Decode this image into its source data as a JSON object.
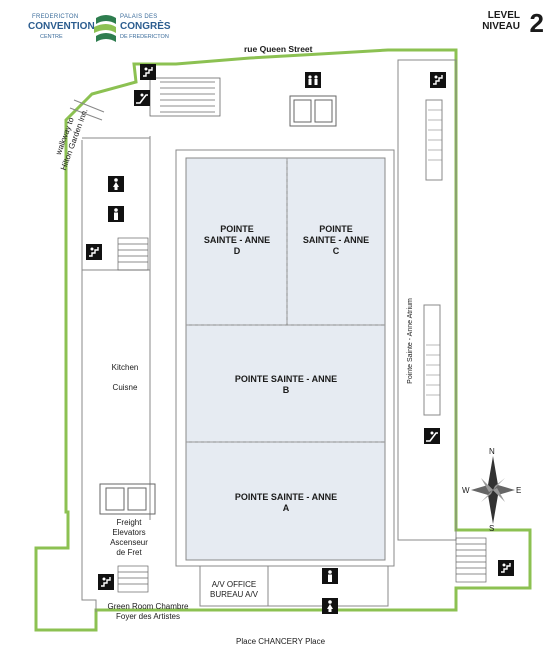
{
  "logo": {
    "left_line1": "FREDERICTON",
    "left_line2": "CONVENTION",
    "left_line3": "CENTRE",
    "right_line1": "PALAIS DES",
    "right_line2": "CONGRÈS",
    "right_line3": "DE FREDERICTON"
  },
  "level": {
    "label_en": "LEVEL",
    "label_fr": "NIVEAU",
    "number": "2"
  },
  "streets": {
    "north": "rue Queen Street",
    "south": "Place CHANCERY Place",
    "walkway": "walkway to\nHilton Garden Inn."
  },
  "rooms": {
    "d": "POINTE\nSAINTE - ANNE\nD",
    "c": "POINTE\nSAINTE - ANNE\nC",
    "b": "POINTE SAINTE - ANNE\nB",
    "a": "POINTE SAINTE - ANNE\nA"
  },
  "areas": {
    "kitchen": "Kitchen\n\nCuisne",
    "freight": "Freight\nElevators\nAscenseur\nde Fret",
    "av_office": "A/V OFFICE\nBUREAU A/V",
    "green_room": "Green Room Chambre\nFoyer des Artistes",
    "atrium": "Pointe Sainte - Anne Atrium"
  },
  "compass": {
    "n": "N",
    "s": "S",
    "e": "E",
    "w": "W"
  },
  "colors": {
    "outline": "#8cc152",
    "room_fill": "#e6ebf2",
    "wall": "#777777",
    "icon_bg": "#111111"
  }
}
